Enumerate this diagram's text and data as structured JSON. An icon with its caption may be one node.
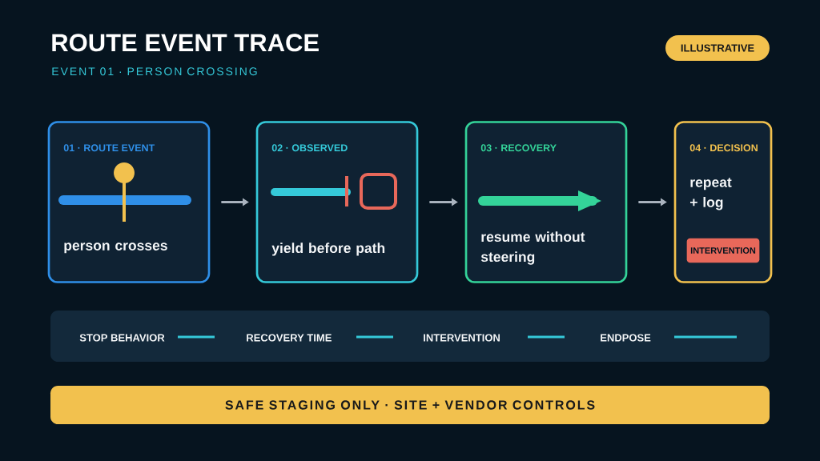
{
  "diagram": {
    "title": "ROUTE EVENT TRACE",
    "nodes": [
      {
        "text": [
          "01 · ROUTE EVENT",
          "person crosses"
        ]
      },
      {
        "text": [
          "02 · OBSERVED",
          "yield before path"
        ]
      },
      {
        "text": [
          "03 · RECOVERY",
          "resume without steering"
        ]
      },
      {
        "text": [
          "04 · DECISION",
          "repeat + log"
        ]
      },
      {
        "text": [
          "INTERVENTION"
        ],
        "in": 3
      },
      {
        "text": [
          "STOP BEHAVIOR",
          "RECOVERY TIME",
          "INTERVENTION",
          "ENDPOSE"
        ]
      },
      {
        "text": [
          "SAFE STAGING ONLY · SITE + VENDOR CONTROLS"
        ]
      },
      {
        "text": [
          "ILLUSTRATIVE"
        ]
      }
    ],
    "edges": [
      {
        "from": 0,
        "to": 1,
        "arrow": "to"
      },
      {
        "from": 1,
        "to": 2,
        "arrow": "to"
      },
      {
        "from": 2,
        "to": 3,
        "arrow": "to"
      }
    ],
    "labels": [
      "EVENT 01 · PERSON CROSSING"
    ]
  }
}
